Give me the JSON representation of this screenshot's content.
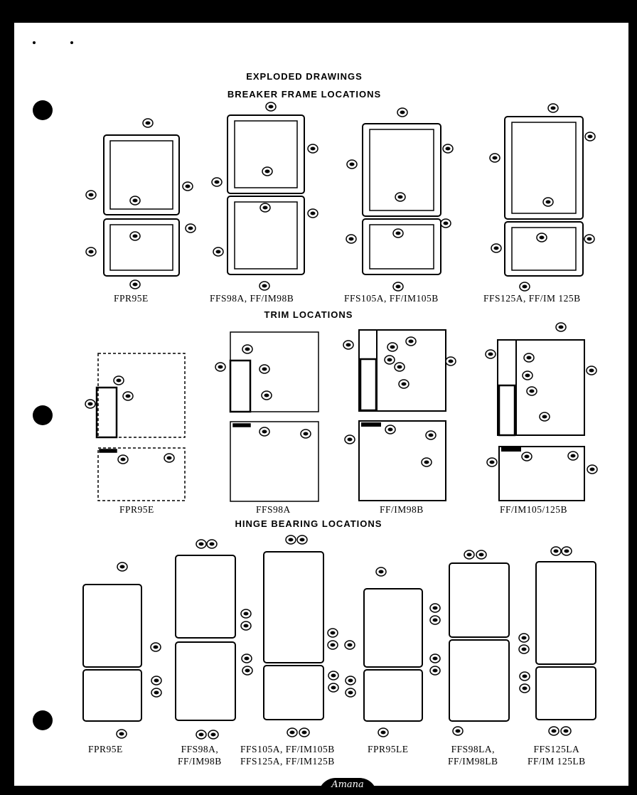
{
  "headings": {
    "main": "EXPLODED DRAWINGS",
    "breaker": "BREAKER FRAME LOCATIONS",
    "trim": "TRIM LOCATIONS",
    "hinge": "HINGE BEARING LOCATIONS"
  },
  "breaker_labels": [
    "FPR95E",
    "FFS98A, FF/IM98B",
    "FFS105A, FF/IM105B",
    "FFS125A, FF/IM 125B"
  ],
  "trim_labels": [
    "FPR95E",
    "FFS98A",
    "FF/IM98B",
    "FF/IM105/125B"
  ],
  "hinge_labels": [
    {
      "l1": "FPR95E",
      "l2": ""
    },
    {
      "l1": "FFS98A,",
      "l2": "FF/IM98B"
    },
    {
      "l1": "FFS105A, FF/IM105B",
      "l2": "FFS125A, FF/IM125B"
    },
    {
      "l1": "FPR95LE",
      "l2": ""
    },
    {
      "l1": "FFS98LA,",
      "l2": "FF/IM98LB"
    },
    {
      "l1": "FFS125LA",
      "l2": "FF/IM 125LB"
    }
  ],
  "logo": "Amana"
}
